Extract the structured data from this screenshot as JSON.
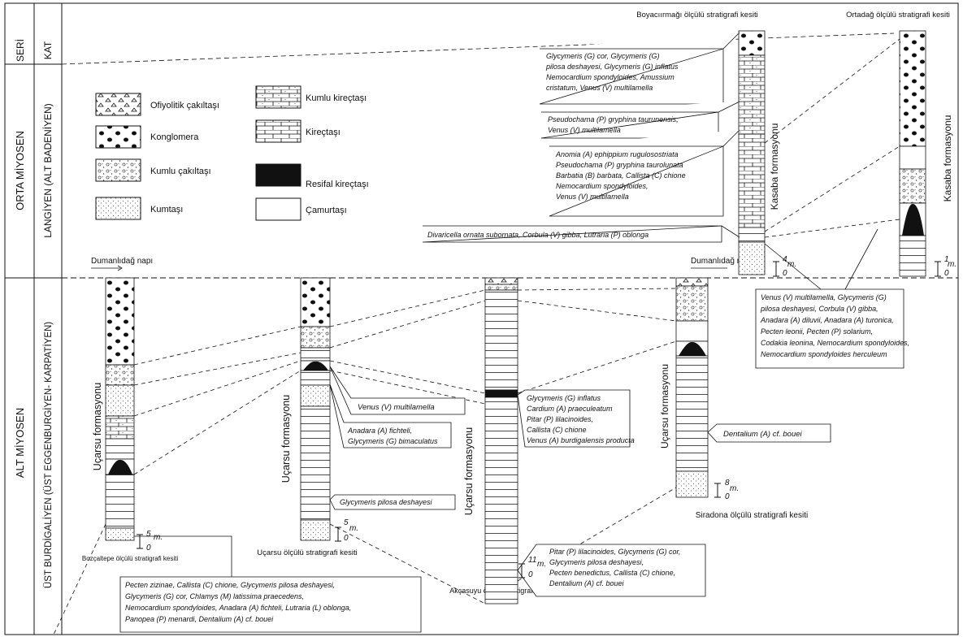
{
  "header": {
    "seri": "SERİ",
    "kat": "KAT",
    "seri_upper": "ORTA MİYOSEN",
    "kat_upper": "LANGİYEN (ALT BADENİYEN)",
    "seri_lower": "ALT   MİYOSEN",
    "kat_lower": "ÜST BURDİGALİYEN (ÜST EGGENBURGİYEN- KARPATİYEN)"
  },
  "legend": [
    {
      "key": "ofiyolitik",
      "label": "Ofiyolitik çakıltaşı"
    },
    {
      "key": "konglomera",
      "label": "Konglomera"
    },
    {
      "key": "kumlu_cakil",
      "label": "Kumlu çakıltaşı"
    },
    {
      "key": "kumtasi",
      "label": "Kumtaşı"
    },
    {
      "key": "kumlu_kirec",
      "label": "Kumlu kireçtaşı"
    },
    {
      "key": "kirec",
      "label": "Kireçtaşı"
    },
    {
      "key": "resifal",
      "label": "Resifal kireçtaşı"
    },
    {
      "key": "camur",
      "label": "Çamurtaşı"
    }
  ],
  "nappe": {
    "left": "Dumanlıdağ napı",
    "right": "Dumanlıdağ napı"
  },
  "sections": {
    "s1": {
      "title": "Bozçaltepe ölçülü stratigrafi kesiti",
      "formation": "Uçarsu   formasyonu",
      "scale_top": "5",
      "scale_unit": "m.",
      "scale_bot": "0"
    },
    "s2": {
      "title": "Uçarsu ölçülü stratigrafi kesiti",
      "formation": "Uçarsu  formasyonu",
      "scale_top": "5",
      "scale_unit": "m.",
      "scale_bot": "0"
    },
    "s3": {
      "title": "Akçasuyu ölçülü stratigrafi kesiti",
      "formation": "Uçarsu formasyonu",
      "scale_top": "11",
      "scale_unit": "m.",
      "scale_bot": "0"
    },
    "s4": {
      "title": "Siradona ölçülü stratigrafi kesiti",
      "formation": "Uçarsu formasyonu",
      "scale_top": "8",
      "scale_unit": "m.",
      "scale_bot": "0"
    },
    "s5": {
      "title": "Boyacıırmağı ölçülü stratigrafi kesiti",
      "formation": "Kasaba formasyonu",
      "scale_top": "4",
      "scale_unit": "m.",
      "scale_bot": "0"
    },
    "s6": {
      "title": "Ortadağ ölçülü stratigrafi kesiti",
      "formation": "Kasaba formasyonu",
      "scale_top": "1",
      "scale_unit": "m.",
      "scale_bot": "0"
    }
  },
  "fossils": {
    "b1": [
      "Glycymeris (G) cor, Glycymeris (G)",
      "pilosa deshayesi, Glycymeris (G) inflatus",
      "Nemocardium spondyloides,  Amussium",
      "cristatum, Venus (V) multilamella"
    ],
    "b2": [
      "Pseudochama (P) gryphina taurunensis,",
      "Venus (V) multilamella"
    ],
    "b3": [
      "Anomia (A) ephippium rugulosostriata",
      "Pseudochama (P) gryphina taurolunata",
      "Barbatia (B) barbata, Callista (C) chione",
      "Nemocardium spondyloides,",
      "Venus (V) multilamella"
    ],
    "b4": [
      "Divaricella ornata subornata, Corbula (V) gibba, Lutraria (P) oblonga"
    ],
    "b5": [
      "Venus (V) multilamella, Glycymeris (G)",
      "pilosa deshayesi, Corbula (V) gibba,",
      "Anadara (A) diluvii, Anadara (A) turonica,",
      "Pecten leonii, Pecten (P) solarium,",
      "Codakia leonina, Nemocardium spondyloides,",
      "Nemocardium spondyloides herculeum"
    ],
    "b6": [
      "Venus (V) multilamella"
    ],
    "b7": [
      "Anadara (A) fichteli,",
      "Glycymeris (G) bimaculatus"
    ],
    "b8": [
      "Glycymeris pilosa deshayesi"
    ],
    "b9": [
      "Glycymeris (G) inflatus",
      "Cardium (A) praeculeatum",
      "Pitar (P) lilacinoides,",
      "Callista (C) chione",
      "Venus (A) burdigalensis producta"
    ],
    "b10": [
      "Dentalium (A) cf. bouei"
    ],
    "b11": [
      "Pitar (P) lilacinoides, Glycymeris (G) cor,",
      "Glycymeris pilosa deshayesi,",
      "Pecten benedictus, Callista (C) chione,",
      "Dentalium (A) cf. bouei"
    ],
    "b12": [
      "Pecten zizinae, Callista (C) chione, Glycymeris pilosa deshayesi,",
      "Glycymeris (G) cor, Chlamys (M) latissima praecedens,",
      "Nemocardium spondyloides, Anadara (A) fichteli, Lutraria (L) oblonga,",
      "Panopea (P) menardi, Dentalium (A) cf. bouei"
    ]
  }
}
